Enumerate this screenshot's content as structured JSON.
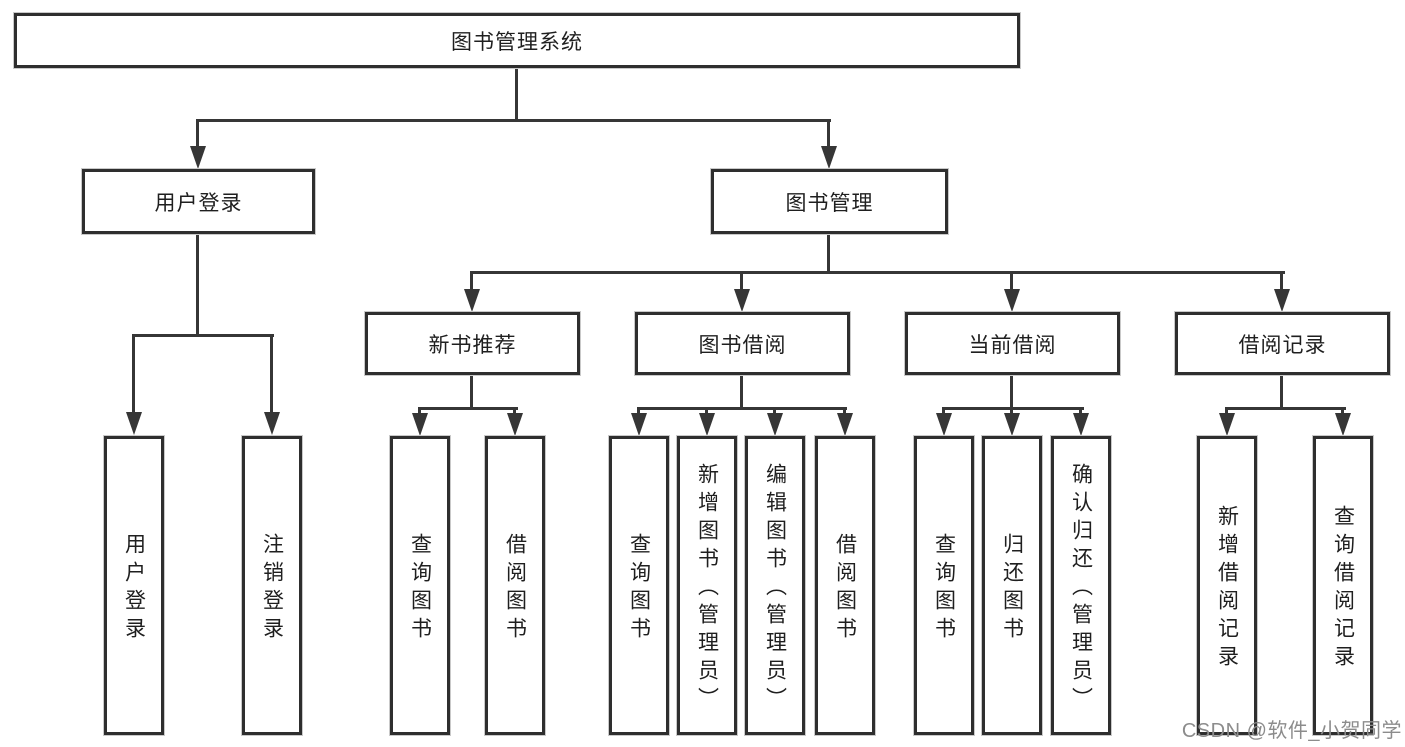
{
  "colors": {
    "line": "#363636",
    "box-border": "#2e2e2e",
    "text": "#1f1f1f",
    "watermark": "#8c8c8c"
  },
  "nodes": {
    "root": {
      "label": "图书管理系统"
    },
    "user_login": {
      "label": "用户登录"
    },
    "book_mgmt": {
      "label": "图书管理"
    },
    "new_book_rec": {
      "label": "新书推荐"
    },
    "book_borrow": {
      "label": "图书借阅"
    },
    "current_borrow": {
      "label": "当前借阅"
    },
    "borrow_record": {
      "label": "借阅记录"
    },
    "leaf_login": {
      "label": "用户登录"
    },
    "leaf_logout": {
      "label": "注销登录"
    },
    "leaf_rec_query": {
      "label": "查询图书"
    },
    "leaf_rec_borrow": {
      "label": "借阅图书"
    },
    "leaf_bb_query": {
      "label": "查询图书"
    },
    "leaf_bb_add": {
      "label": "新增图书（管理员）"
    },
    "leaf_bb_edit": {
      "label": "编辑图书（管理员）"
    },
    "leaf_bb_borrow": {
      "label": "借阅图书"
    },
    "leaf_cb_query": {
      "label": "查询图书"
    },
    "leaf_cb_return": {
      "label": "归还图书"
    },
    "leaf_cb_confirm": {
      "label": "确认归还（管理员）"
    },
    "leaf_br_add": {
      "label": "新增借阅记录"
    },
    "leaf_br_query": {
      "label": "查询借阅记录"
    }
  },
  "watermark": {
    "text": "CSDN @软件_小贺同学"
  }
}
